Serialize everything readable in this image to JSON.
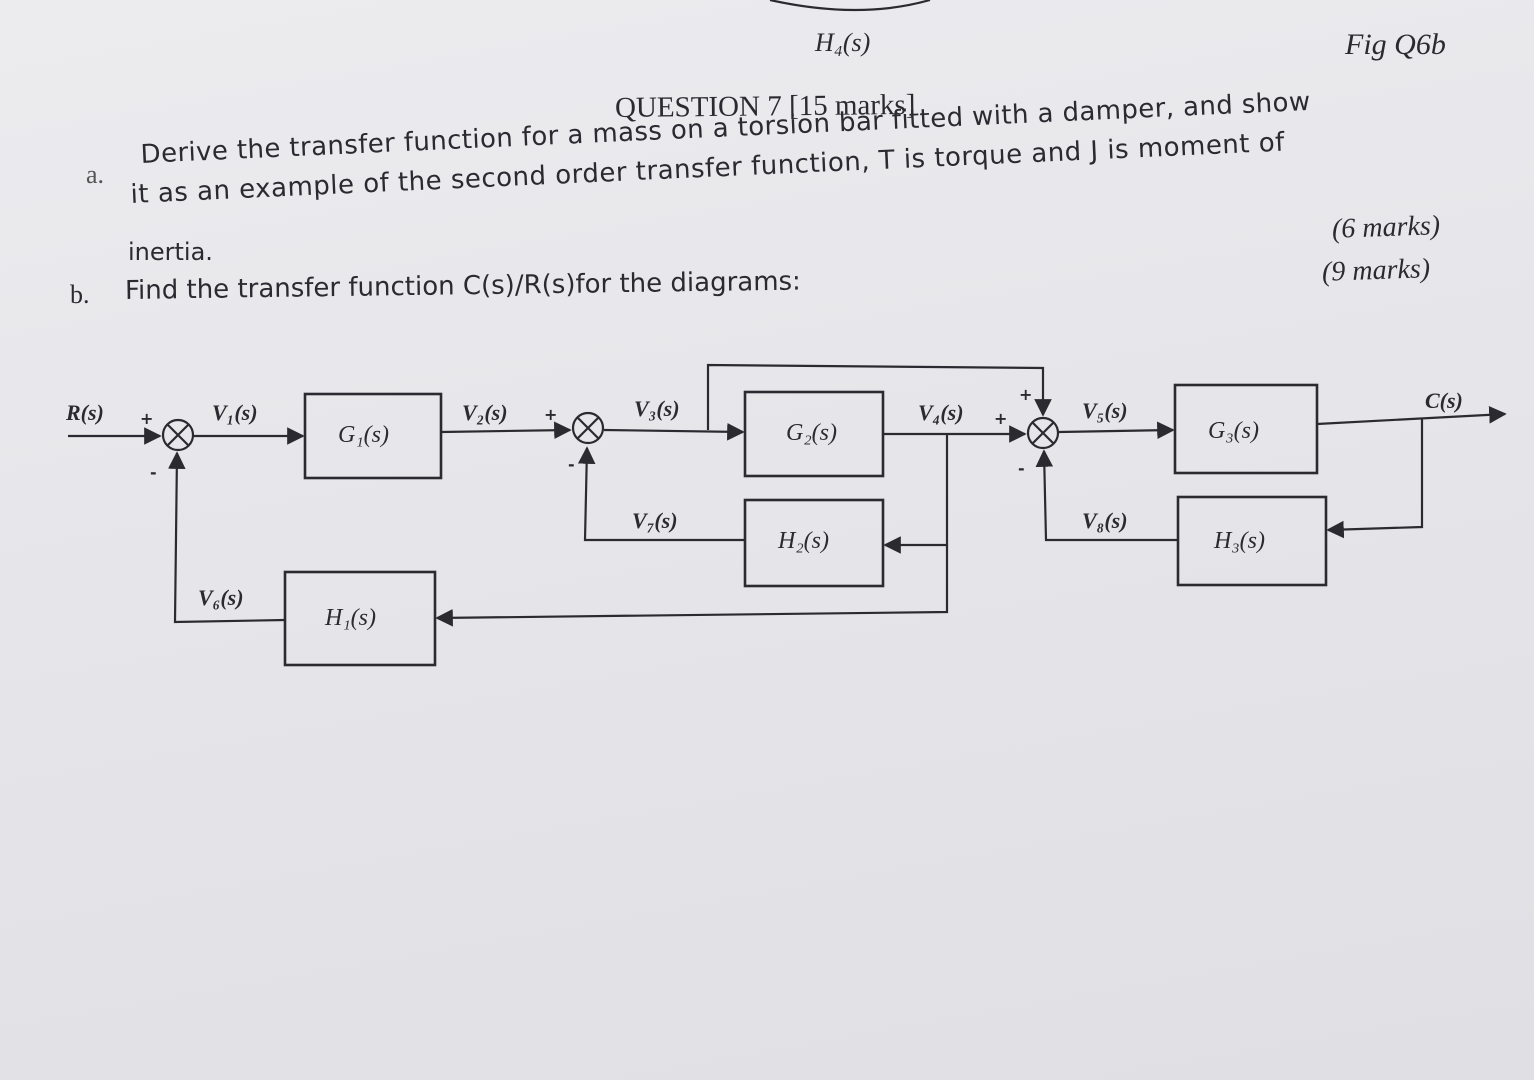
{
  "header": {
    "top_tf_label": "H₄(s)",
    "figure_ref": "Fig Q6b"
  },
  "question": {
    "title": "QUESTION 7 [15 marks]",
    "part_a": {
      "letter": "a.",
      "line1": "Derive the transfer function for a mass on a torsion bar fitted with a damper, and show",
      "line2": "it as an example of the second order transfer function, T is torque and J is moment of",
      "line3": "inertia.",
      "marks": "(6 marks)"
    },
    "part_b": {
      "letter": "b.",
      "text": "Find the transfer function C(s)/R(s)for the diagrams:",
      "marks": "(9 marks)"
    }
  },
  "diagram": {
    "input": "R(s)",
    "output": "C(s)",
    "signals": {
      "v1": "V₁(s)",
      "v2": "V₂(s)",
      "v3": "V₃(s)",
      "v4": "V₄(s)",
      "v5": "V₅(s)",
      "v6": "V₆(s)",
      "v7": "V₇(s)",
      "v8": "V₈(s)"
    },
    "blocks": {
      "g1": "G₁(s)",
      "g2": "G₂(s)",
      "g3": "G₃(s)",
      "h1": "H₁(s)",
      "h2": "H₂(s)",
      "h3": "H₃(s)"
    },
    "signs": {
      "plus": "+",
      "minus": "-"
    }
  }
}
